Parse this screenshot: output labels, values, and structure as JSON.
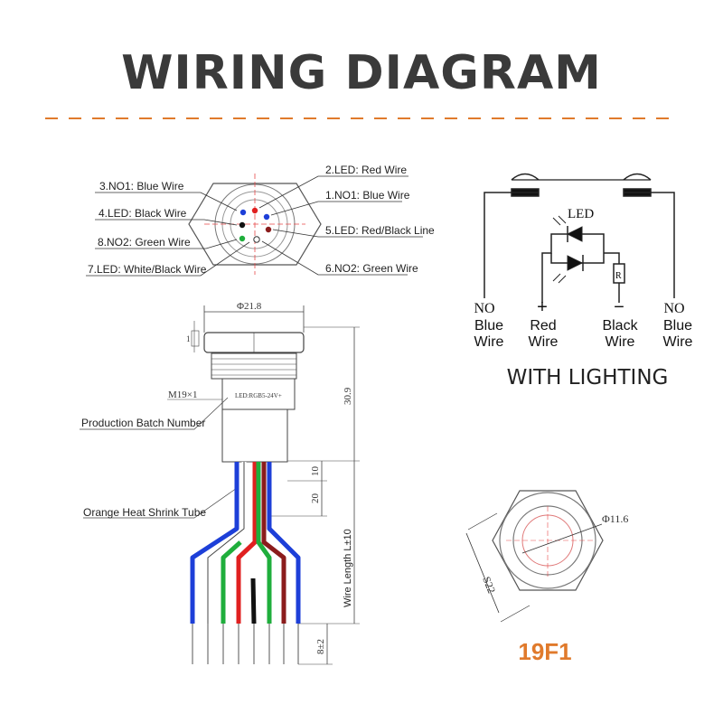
{
  "title": "WIRING DIAGRAM",
  "accent_color": "#e07a2c",
  "pin_labels": {
    "p3": "3.NO1: Blue Wire",
    "p4": "4.LED: Black Wire",
    "p8": "8.NO2: Green Wire",
    "p7": "7.LED: White/Black Wire",
    "p2": "2.LED: Red Wire",
    "p1": "1.NO1: Blue Wire",
    "p5": "5.LED: Red/Black Line",
    "p6": "6.NO2: Green Wire"
  },
  "side_drawing": {
    "diameter": "Φ21.8",
    "thread": "M19×1",
    "led_marking": "LED:RGB5-24V+",
    "height": "30.9",
    "dim_10": "10",
    "dim_20": "20",
    "wire_length": "Wire Length L±10",
    "strip_length": "8±2",
    "batch_label": "Production Batch Number",
    "tube_label": "Orange Heat Shrink Tube",
    "small_dim": "1"
  },
  "schematic": {
    "led_label": "LED",
    "no_left": "NO",
    "no_right": "NO",
    "plus": "+",
    "minus": "−",
    "resistor": "R",
    "wire_blue_left": [
      "Blue",
      "Wire"
    ],
    "wire_red": [
      "Red",
      "Wire"
    ],
    "wire_black": [
      "Black",
      "Wire"
    ],
    "wire_blue_right": [
      "Blue",
      "Wire"
    ],
    "caption": "WITH LIGHTING"
  },
  "front_view": {
    "diameter": "Φ11.6",
    "across_flats": "S22"
  },
  "model": "19F1"
}
